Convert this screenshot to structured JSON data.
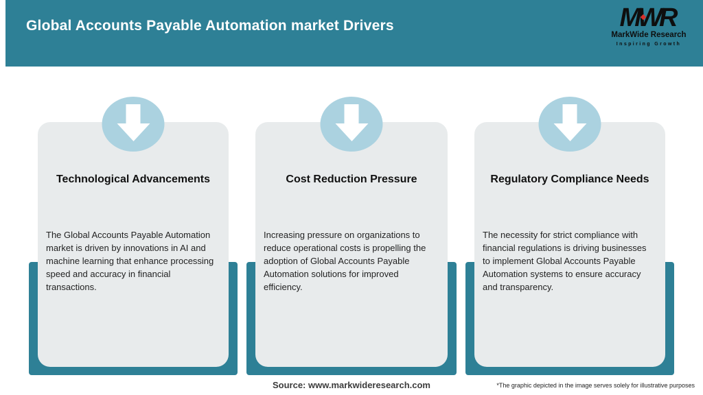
{
  "header": {
    "title": "Global Accounts Payable Automation market Drivers",
    "logo": {
      "acronym": "MWR",
      "company": "MarkWide Research",
      "tagline": "Inspiring Growth"
    }
  },
  "cards": [
    {
      "icon": "arrow-down-icon",
      "title": "Technological Advancements",
      "description": "The Global Accounts Payable Automation market is driven by innovations in AI and machine learning that enhance processing speed and accuracy in financial transactions."
    },
    {
      "icon": "arrow-down-icon",
      "title": "Cost Reduction Pressure",
      "description": "Increasing pressure on organizations to reduce operational costs is propelling the adoption of Global Accounts Payable Automation solutions for improved efficiency."
    },
    {
      "icon": "arrow-down-icon",
      "title": "Regulatory Compliance Needs",
      "description": "The necessity for strict compliance with financial regulations is driving businesses to implement Global Accounts Payable Automation systems to ensure accuracy and transparency."
    }
  ],
  "footer": {
    "source": "Source: www.markwideresearch.com",
    "disclaimer": "*The graphic depicted in the image serves solely for illustrative purposes"
  },
  "colors": {
    "teal": "#2e8096",
    "icon_circle_blue": "#abd2e0",
    "card_background": "#e8ebec",
    "logo_accent_red": "#d8302b",
    "header_text": "#ffffff"
  }
}
